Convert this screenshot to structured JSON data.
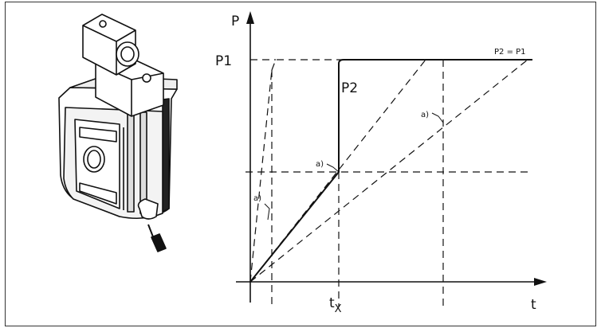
{
  "axes": {
    "y_label": "P",
    "x_label": "t"
  },
  "labels": {
    "p1": "P1",
    "p2": "P2",
    "p2_eq_p1": "P2 = P1",
    "tx_main": "t",
    "tx_sub": "X",
    "a_left": "a)",
    "a_mid": "a)",
    "a_right": "a)"
  },
  "colors": {
    "line": "#111111",
    "background": "#ffffff",
    "frame": "#333333"
  }
}
